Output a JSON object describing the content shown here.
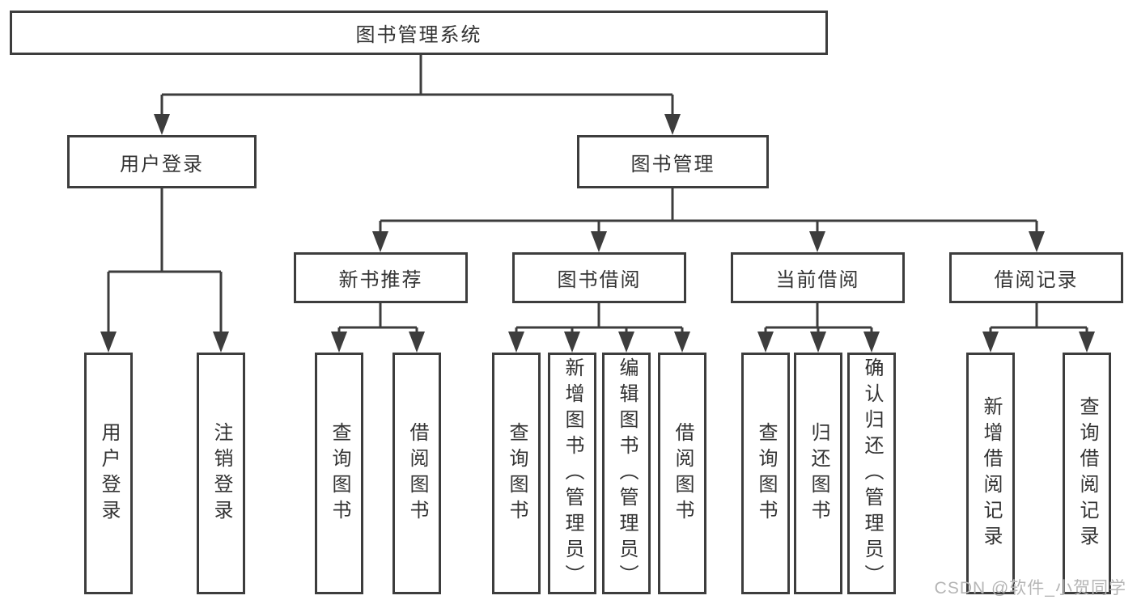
{
  "diagram": {
    "root": {
      "label": "图书管理系统"
    },
    "branches": [
      {
        "label": "用户登录"
      },
      {
        "label": "图书管理"
      }
    ],
    "modules": [
      {
        "label": "新书推荐"
      },
      {
        "label": "图书借阅"
      },
      {
        "label": "当前借阅"
      },
      {
        "label": "借阅记录"
      }
    ],
    "leaves": [
      {
        "label": "用户登录"
      },
      {
        "label": "注销登录"
      },
      {
        "label": "查询图书"
      },
      {
        "label": "借阅图书"
      },
      {
        "label": "查询图书"
      },
      {
        "label": "新增图书（管理员）"
      },
      {
        "label": "编辑图书（管理员）"
      },
      {
        "label": "借阅图书"
      },
      {
        "label": "查询图书"
      },
      {
        "label": "归还图书"
      },
      {
        "label": "确认归还（管理员）"
      },
      {
        "label": "新增借阅记录"
      },
      {
        "label": "查询借阅记录"
      }
    ]
  },
  "watermark": "CSDN @软件_小贺同学",
  "colors": {
    "line": "#3d3d3d",
    "text": "#333333",
    "watermark": "#b5b5b5",
    "background": "#ffffff"
  }
}
